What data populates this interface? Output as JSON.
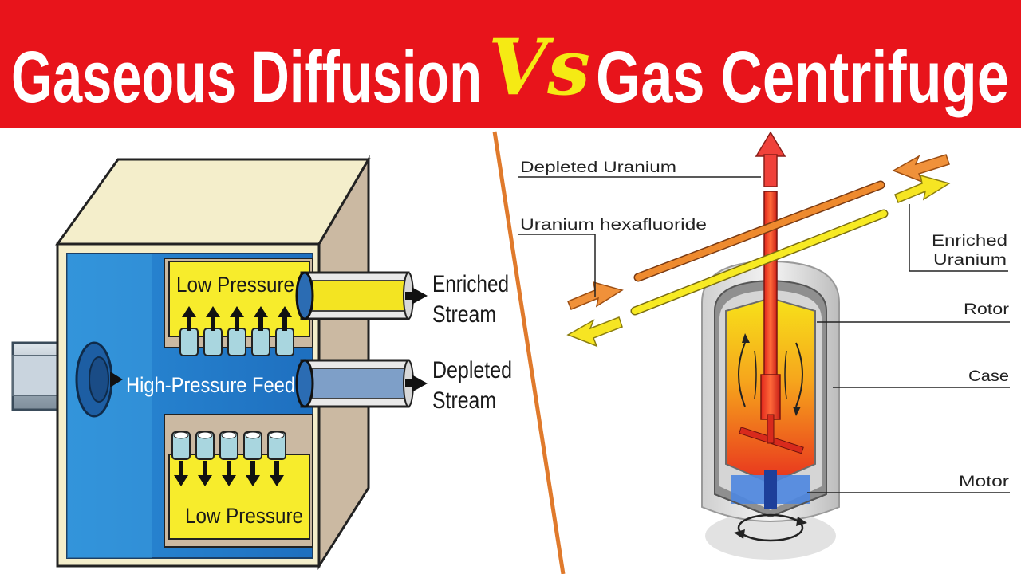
{
  "banner": {
    "left_title": "Gaseous Diffusion",
    "vs": "Vs",
    "right_title": "Gas Centrifuge",
    "background_color": "#e8141b",
    "title_color": "#ffffff",
    "vs_color": "#f5ea14"
  },
  "divider_color": "#e07a2c",
  "diffusion": {
    "low_pressure_top": "Low Pressure",
    "low_pressure_bottom": "Low Pressure",
    "feed": "High-Pressure Feed",
    "enriched_line1": "Enriched",
    "enriched_line2": "Stream",
    "depleted_line1": "Depleted",
    "depleted_line2": "Stream"
  },
  "centrifuge": {
    "depleted_uranium": "Depleted Uranium",
    "uranium_hexafluoride": "Uranium hexafluoride",
    "enriched_line1": "Enriched",
    "enriched_line2": "Uranium",
    "rotor": "Rotor",
    "case": "Case",
    "motor": "Motor"
  },
  "icons": [
    "arrow-up-icon",
    "arrow-right-icon",
    "arrow-left-icon",
    "rotation-arrow-icon"
  ]
}
